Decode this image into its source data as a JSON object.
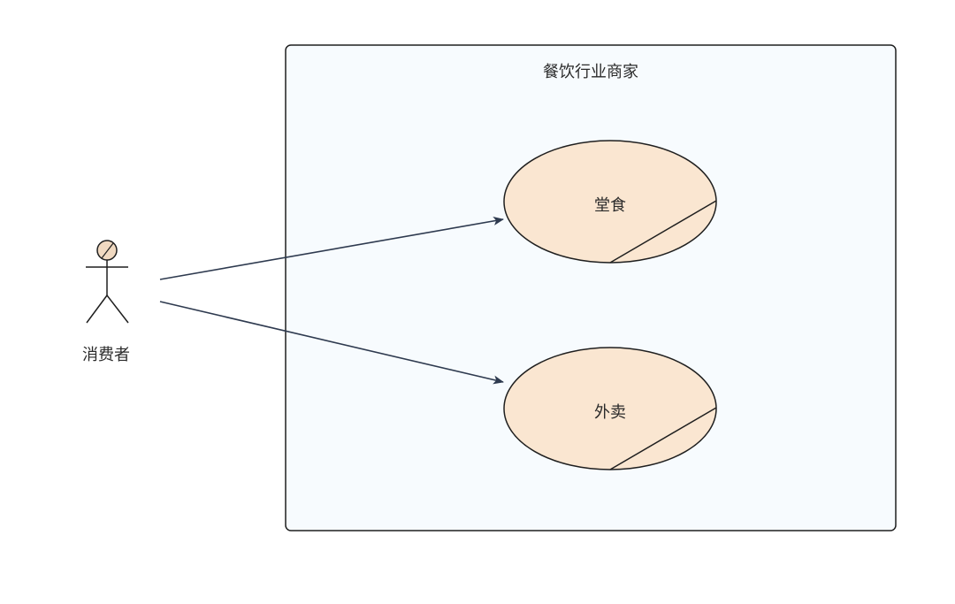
{
  "system": {
    "title": "餐饮行业商家"
  },
  "actor": {
    "name": "消费者"
  },
  "use_cases": [
    {
      "label": "堂食"
    },
    {
      "label": "外卖"
    }
  ],
  "colors": {
    "boundary_fill": "#f7fbfe",
    "boundary_stroke": "#1f1f1f",
    "use_case_fill": "#fae6d1",
    "actor_head_fill": "#f0d9c1",
    "association_stroke": "#2e3a4f",
    "text": "#2a2a2a"
  }
}
